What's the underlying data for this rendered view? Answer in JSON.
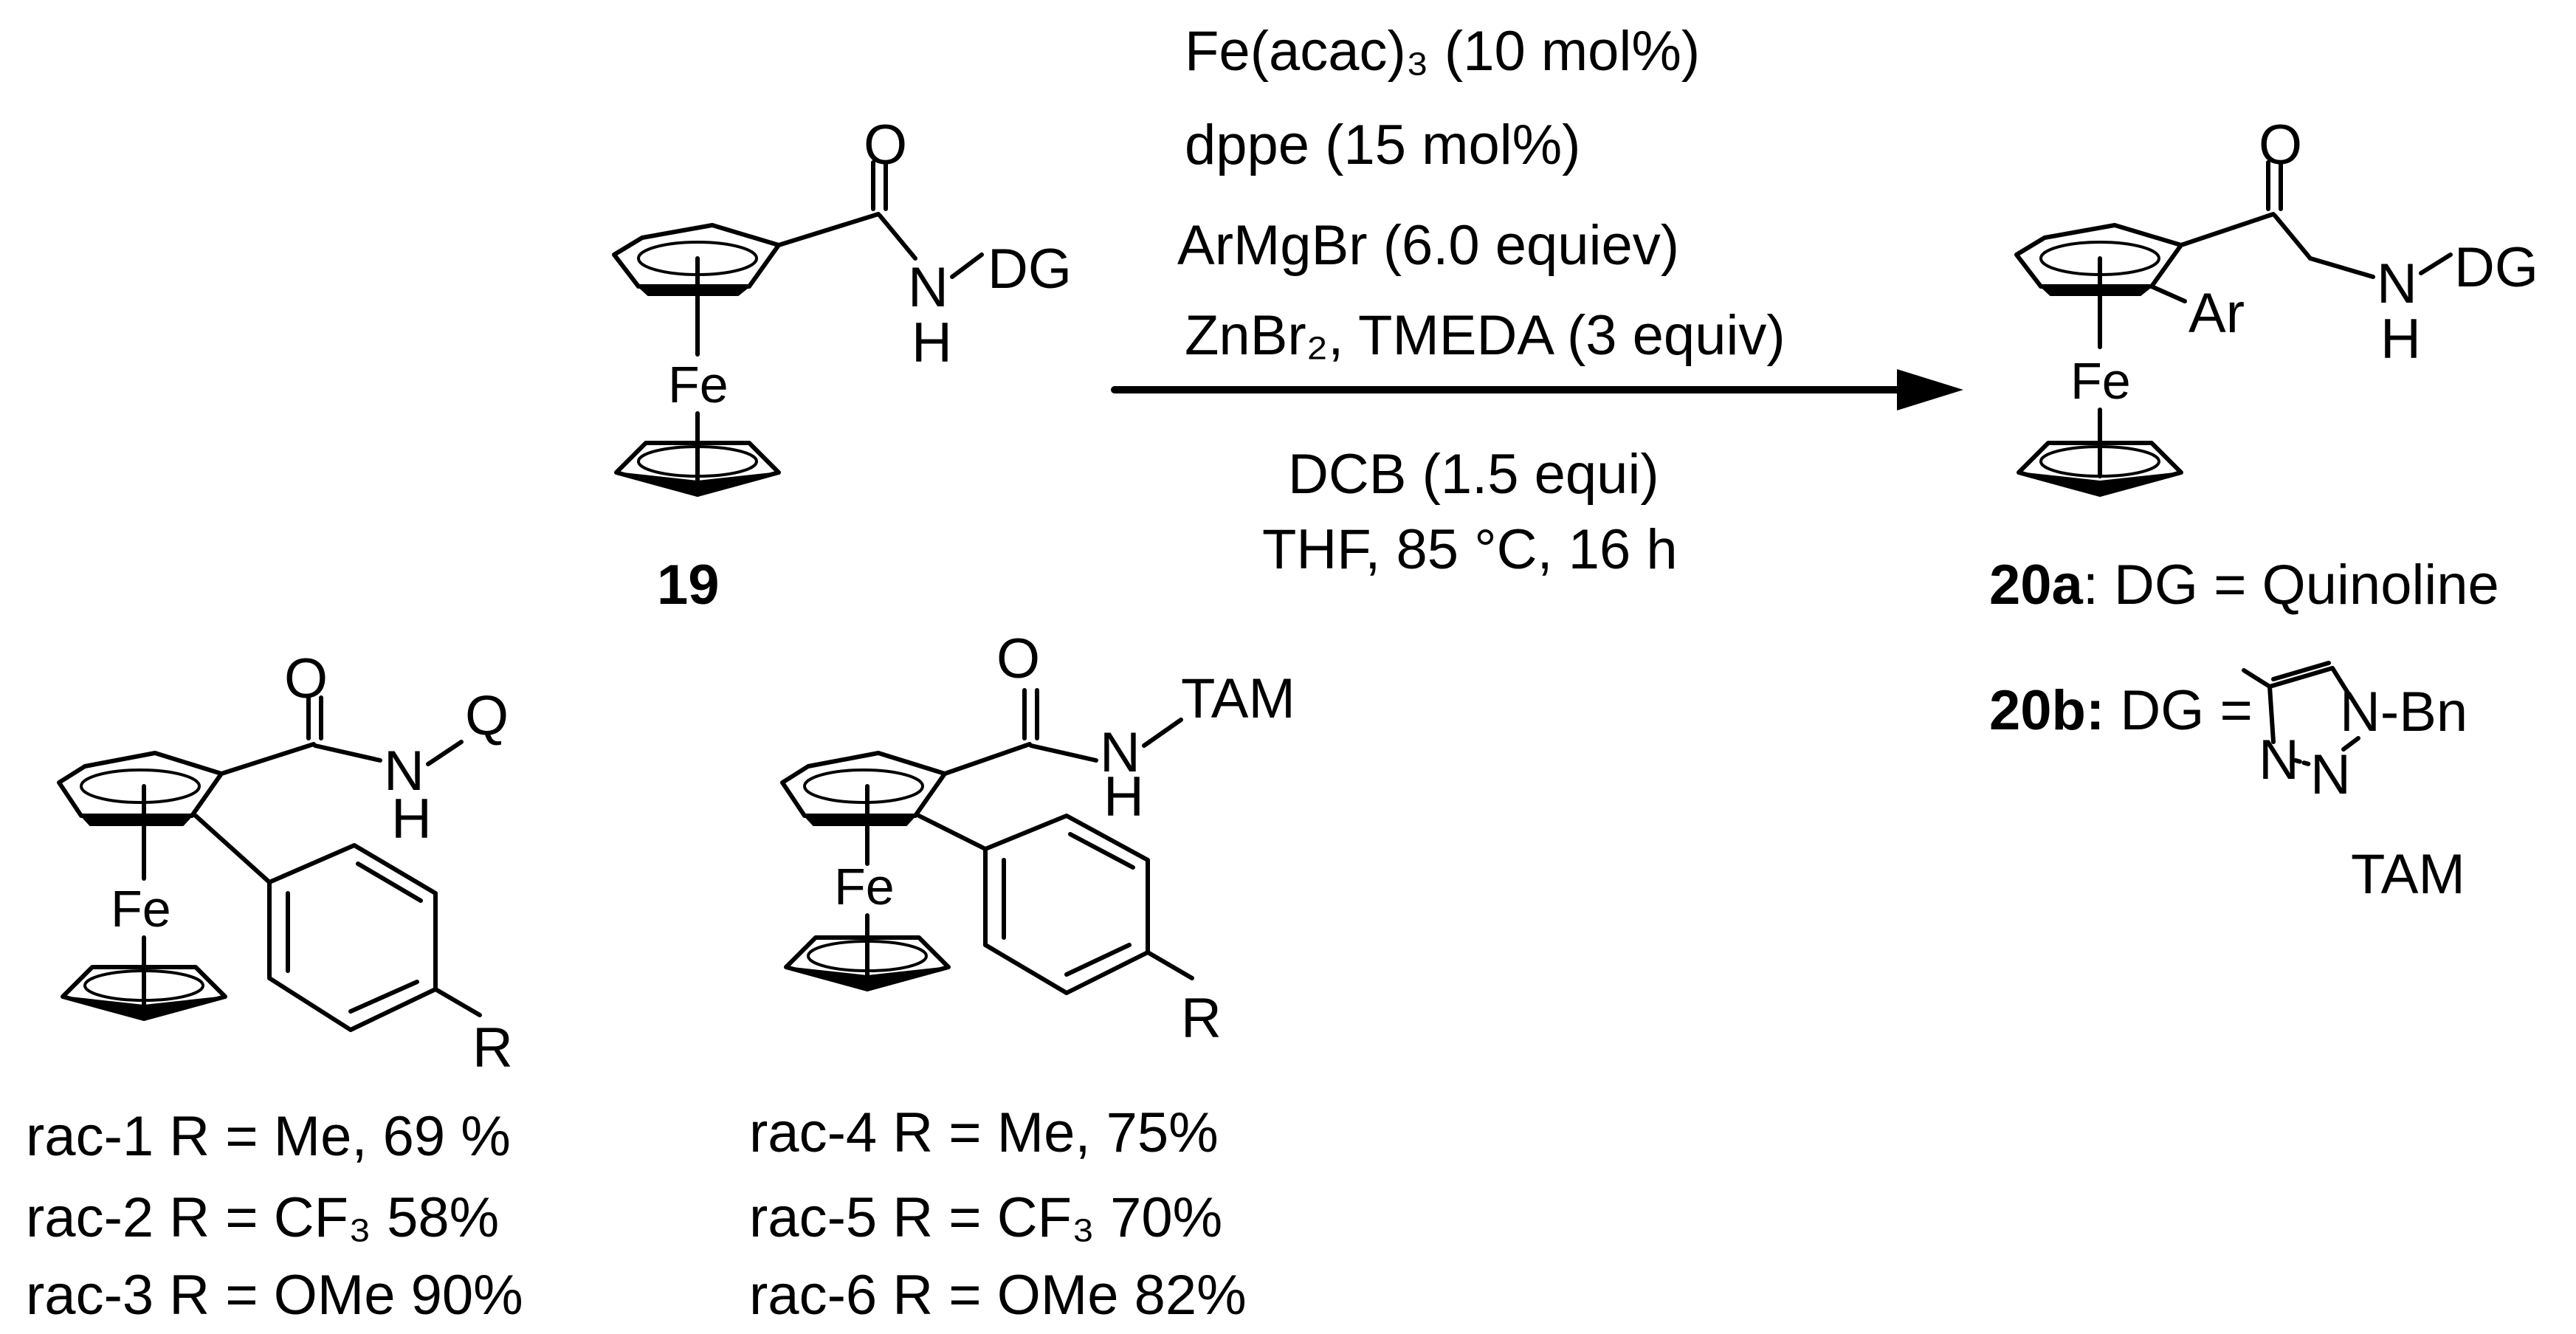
{
  "reaction": {
    "conditions": [
      "Fe(acac)₃ (10 mol%)",
      "dppe (15 mol%)",
      "ArMgBr (6.0 equiev)",
      "ZnBr₂, TMEDA (3 equiv)"
    ],
    "conditions_below": [
      "DCB (1.5 equi)",
      "THF, 85 °C, 16 h"
    ]
  },
  "starting_material": {
    "number": "19",
    "atoms": {
      "O": "O",
      "NH": "N",
      "H": "H",
      "DG": "DG",
      "Fe": "Fe"
    }
  },
  "product": {
    "atoms": {
      "O": "O",
      "N": "N",
      "H": "H",
      "DG": "DG",
      "Ar": "Ar",
      "Fe": "Fe"
    },
    "label_a_num": "20a",
    "label_a_text": ": DG = Quinoline",
    "label_b_num": "20b:",
    "label_b_text": " DG =",
    "tam_N1": "N-Bn",
    "tam_N2": "N",
    "tam_N3": "N",
    "tam_name": "TAM"
  },
  "series_q": {
    "atoms": {
      "O": "O",
      "N": "N",
      "H": "H",
      "Q": "Q",
      "Fe": "Fe",
      "R": "R"
    },
    "entries": [
      "rac-1 R = Me, 69 %",
      "rac-2 R = CF₃ 58%",
      "rac-3 R = OMe 90%"
    ]
  },
  "series_tam": {
    "atoms": {
      "O": "O",
      "N": "N",
      "H": "H",
      "TAM": "TAM",
      "Fe": "Fe",
      "R": "R"
    },
    "entries": [
      "rac-4 R = Me, 75%",
      "rac-5 R = CF₃ 70%",
      "rac-6 R = OMe 82%"
    ]
  }
}
